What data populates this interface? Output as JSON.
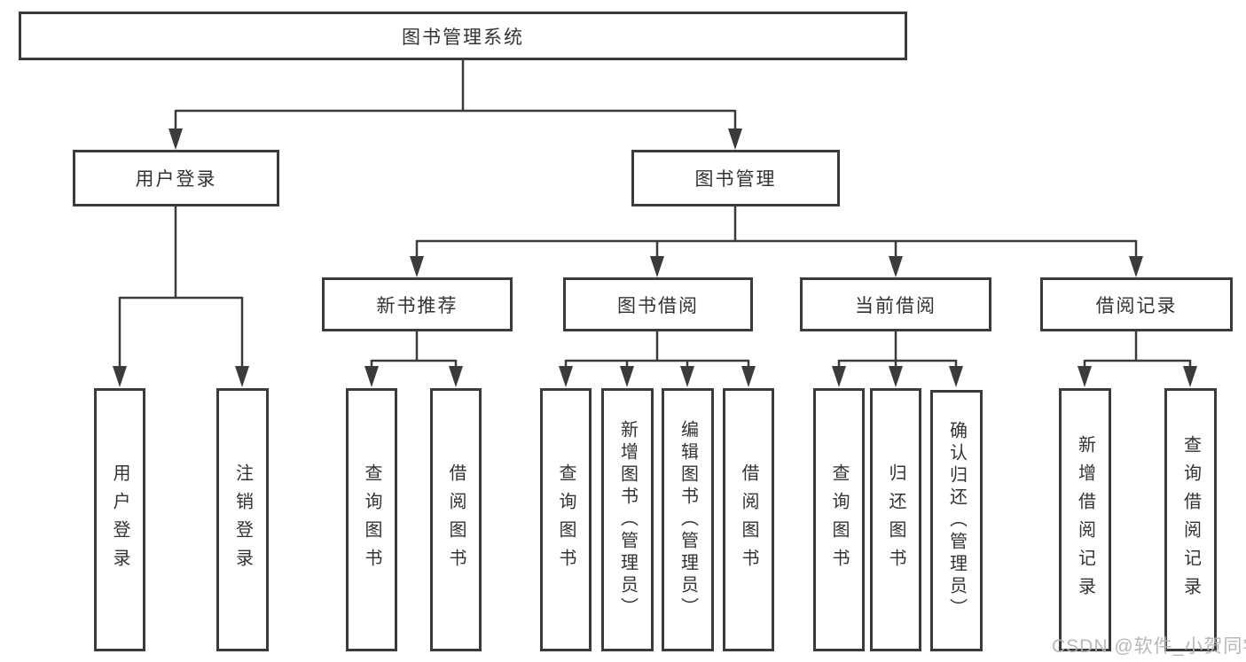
{
  "nodes": {
    "root": "图书管理系统",
    "level2": [
      "用户登录",
      "图书管理"
    ],
    "level3": [
      "新书推荐",
      "图书借阅",
      "当前借阅",
      "借阅记录"
    ],
    "leaves_login": [
      "用户登录",
      "注销登录"
    ],
    "leaves_recommend": [
      "查询图书",
      "借阅图书"
    ],
    "leaves_borrow": [
      "查询图书",
      "新增图书（管理员）",
      "编辑图书（管理员）",
      "借阅图书"
    ],
    "leaves_current": [
      "查询图书",
      "归还图书",
      "确认归还（管理员）"
    ],
    "leaves_records": [
      "新增借阅记录",
      "查询借阅记录"
    ]
  },
  "watermark": "CSDN @软件_小贺同学",
  "colors": {
    "line": "#3b3b3b",
    "text": "#333333",
    "background": "#ffffff",
    "watermark": "#b2b2b2"
  }
}
